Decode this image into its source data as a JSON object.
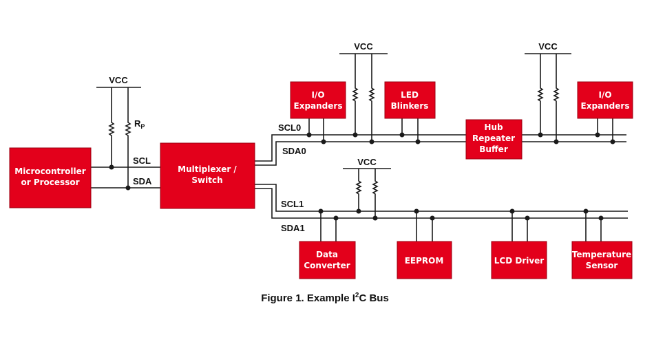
{
  "colors": {
    "block_fill": "#e3001b",
    "block_text": "#ffffff",
    "wire": "#1a1a1a"
  },
  "blocks": {
    "mcu": [
      "Microcontroller",
      "or Processor"
    ],
    "mux": [
      "Multiplexer /",
      "Switch"
    ],
    "io1": [
      "I/O",
      "Expanders"
    ],
    "led": [
      "LED",
      "Blinkers"
    ],
    "hub": [
      "Hub",
      "Repeater",
      "Buffer"
    ],
    "io2": [
      "I/O",
      "Expanders"
    ],
    "dc": [
      "Data",
      "Converter"
    ],
    "eeprom": [
      "EEPROM"
    ],
    "lcd": [
      "LCD Driver"
    ],
    "temp": [
      "Temperature",
      "Sensor"
    ]
  },
  "labels": {
    "vcc_main": "VCC",
    "vcc_top1": "VCC",
    "vcc_top2": "VCC",
    "vcc_mid": "VCC",
    "rp_main": "R",
    "rp_sub": "P",
    "scl": "SCL",
    "sda": "SDA",
    "scl0": "SCL0",
    "sda0": "SDA0",
    "scl1": "SCL1",
    "sda1": "SDA1"
  },
  "caption": {
    "prefix": "Figure 1. Example I",
    "sup": "2",
    "suffix": "C Bus"
  }
}
